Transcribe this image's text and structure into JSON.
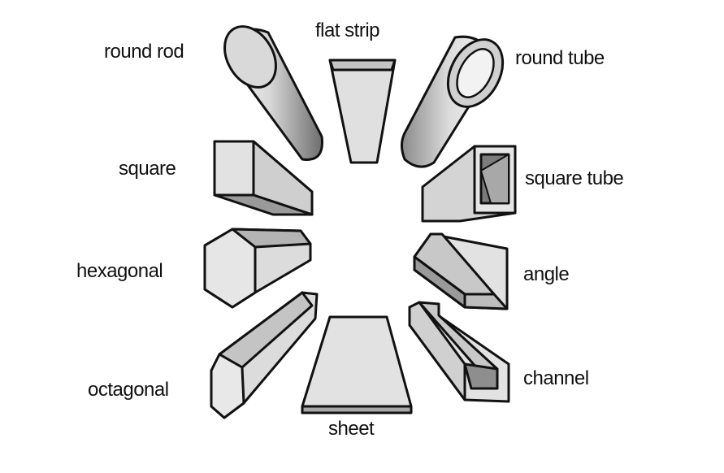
{
  "labels": {
    "round_rod": "round rod",
    "flat_strip": "flat strip",
    "round_tube": "round tube",
    "square": "square",
    "square_tube": "square tube",
    "hexagonal": "hexagonal",
    "angle": "angle",
    "octagonal": "octagonal",
    "sheet": "sheet",
    "channel": "channel"
  },
  "colors": {
    "outline": "#111111",
    "face_light": "#e4e4e4",
    "face_mid": "#cfcfcf",
    "face_dark": "#9a9a9a",
    "background": "#ffffff"
  }
}
